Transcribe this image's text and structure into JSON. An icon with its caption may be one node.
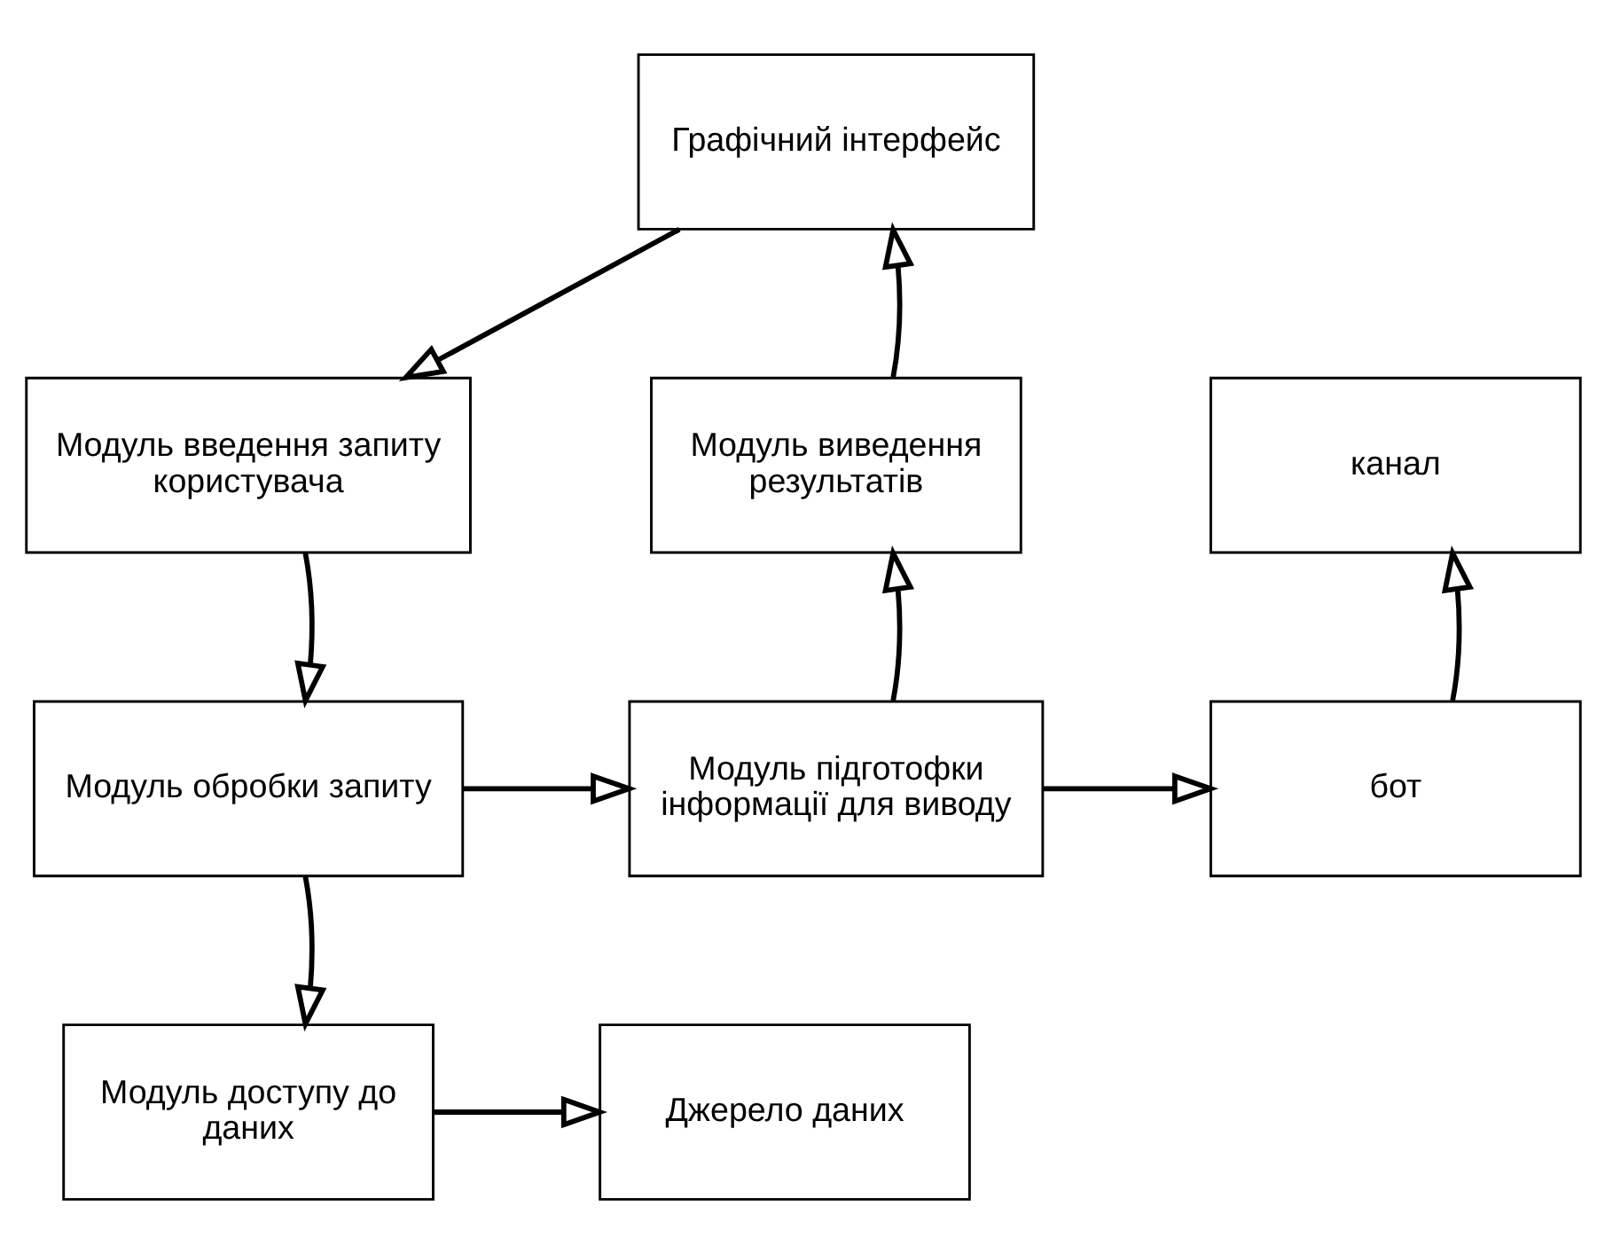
{
  "diagram": {
    "nodes": [
      {
        "text": [
          "Графічний інтерфейс"
        ]
      },
      {
        "text": [
          "Модуль введення запиту користувача"
        ]
      },
      {
        "text": [
          "Модуль виведення результатів"
        ]
      },
      {
        "text": [
          "канал"
        ]
      },
      {
        "text": [
          "Модуль обробки запиту"
        ]
      },
      {
        "text": [
          "Модуль підготофки інформації для виводу"
        ]
      },
      {
        "text": [
          "бот"
        ]
      },
      {
        "text": [
          "Модуль доступу до даних"
        ]
      },
      {
        "text": [
          "Джерело даних"
        ]
      }
    ],
    "edges": [
      {
        "from": 0,
        "to": 1,
        "arrow": "to"
      },
      {
        "from": 1,
        "to": 4,
        "arrow": "to"
      },
      {
        "from": 4,
        "to": 5,
        "arrow": "to"
      },
      {
        "from": 5,
        "to": 2,
        "arrow": "to"
      },
      {
        "from": 2,
        "to": 0,
        "arrow": "to"
      },
      {
        "from": 5,
        "to": 6,
        "arrow": "to"
      },
      {
        "from": 6,
        "to": 3,
        "arrow": "to"
      },
      {
        "from": 4,
        "to": 7,
        "arrow": "to"
      },
      {
        "from": 7,
        "to": 8,
        "arrow": "to"
      }
    ]
  }
}
